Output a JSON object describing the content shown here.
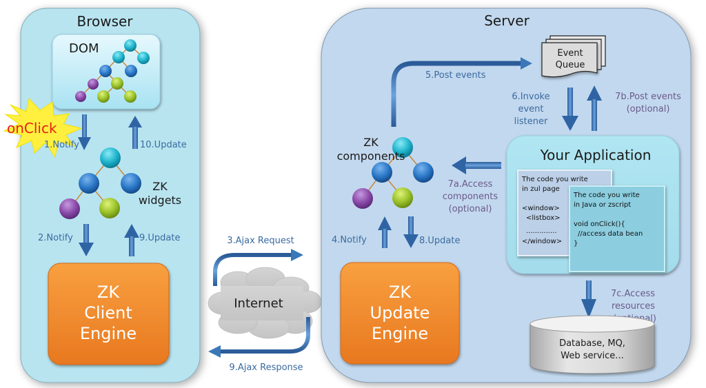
{
  "browser": {
    "title": "Browser",
    "dom_label": "DOM",
    "onclick_label": "onClick",
    "widgets_label": [
      "ZK",
      "widgets"
    ],
    "engine_label": [
      "ZK",
      "Client",
      "Engine"
    ],
    "arrows": {
      "notify1": "1.Notify",
      "update10": "10.Update",
      "notify2": "2.Notify",
      "update9": "9.Update"
    }
  },
  "internet": {
    "label": "Internet",
    "request": "3.Ajax Request",
    "response": "9.Ajax Response"
  },
  "server": {
    "title": "Server",
    "event_queue": [
      "Event",
      "Queue"
    ],
    "post_events": "5.Post events",
    "invoke_listener": [
      "6.Invoke",
      "event",
      "listener"
    ],
    "post_events_7b": [
      "7b.Post events",
      "(optional)"
    ],
    "components_label": [
      "ZK",
      "components"
    ],
    "access_components": [
      "7a.Access",
      "components",
      "(optional)"
    ],
    "notify4": "4.Notify",
    "update8": "8.Update",
    "engine_label": [
      "ZK",
      "Update",
      "Engine"
    ],
    "application": {
      "title": "Your Application",
      "zul_code": [
        "The code you write",
        "in zul  page",
        "",
        "<window>",
        "  <listbox>",
        "  ..............",
        "</window>"
      ],
      "java_code": [
        "The code you write",
        "in Java or zscript",
        "",
        "void onClick(){",
        "  //access data bean",
        "}"
      ]
    },
    "access_resources": [
      "7c.Access",
      "resources",
      "(optional)"
    ],
    "database": [
      "Database, MQ,",
      "Web service..."
    ]
  },
  "colors": {
    "browser_bg": "#b8e4f0",
    "server_bg": "#c2d8ee",
    "engine_orange": "#f08a2a",
    "arrow_blue": "#3a78b8",
    "label_blue": "#3a6aa0",
    "label_purple": "#6a5a8c",
    "node_cyan": "#1eb4cc",
    "node_blue": "#2a78c8",
    "node_purple": "#8a4aa8",
    "node_green": "#9ac22a"
  }
}
